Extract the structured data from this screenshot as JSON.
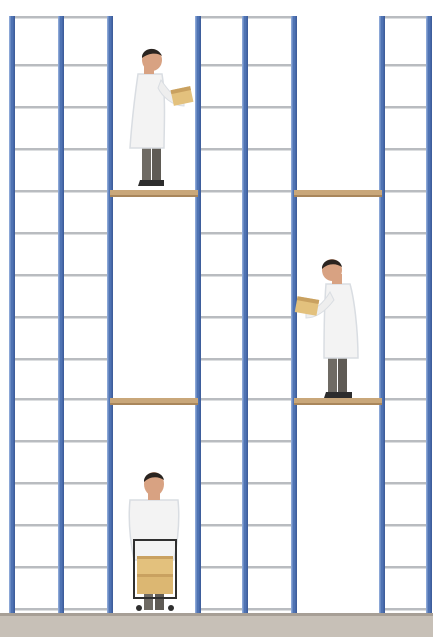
{
  "scene": {
    "subject": "mezzanine-shelving-with-workers",
    "colors": {
      "upright": "#4f73b3",
      "upright_dark": "#3e5e9c",
      "upright_light": "#8aa6d6",
      "beam": "#b9bcc0",
      "deck": "#c9a77a",
      "deck_edge": "#a9865b",
      "floor": "#c7c0b7",
      "floor_dark": "#a79f96",
      "coat": "#f3f3f3",
      "coat_shadow": "#d9dde2",
      "trousers": "#6f6b64",
      "skin": "#d8a282",
      "hair": "#2a2420",
      "box": "#e3c17d",
      "box_dark": "#c9a160",
      "trolley": "#2f2f2f"
    },
    "workers": [
      {
        "pose": "reading-box",
        "facing": "right",
        "level": "upper"
      },
      {
        "pose": "reading-box",
        "facing": "left",
        "level": "middle"
      },
      {
        "pose": "pushing-trolley",
        "facing": "front",
        "level": "floor"
      }
    ]
  }
}
